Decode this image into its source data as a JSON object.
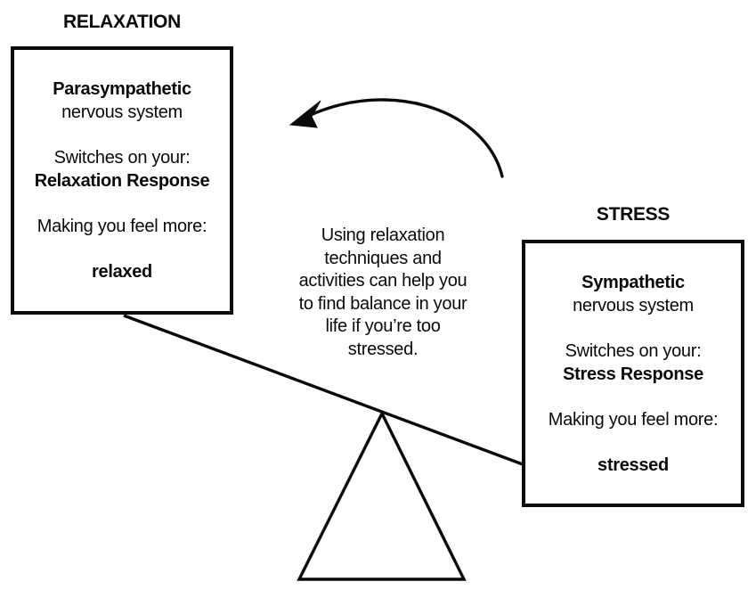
{
  "page": {
    "background_color": "#ffffff",
    "ink_color": "#0a0a0a"
  },
  "relaxation_side": {
    "heading": "RELAXATION",
    "box": {
      "system_name": "Parasympathetic",
      "system_suffix": "nervous system",
      "switch_label": "Switches on your:",
      "response_name": "Relaxation Response",
      "feel_label": "Making you feel more:",
      "feeling": "relaxed"
    }
  },
  "stress_side": {
    "heading": "STRESS",
    "box": {
      "system_name": "Sympathetic",
      "system_suffix": "nervous system",
      "switch_label": "Switches on your:",
      "response_name": "Stress Response",
      "feel_label": "Making you feel more:",
      "feeling": "stressed"
    }
  },
  "center_note": {
    "lines": [
      "Using relaxation",
      "techniques and",
      "activities can help you",
      "to find balance in your",
      "life if you’re too",
      "stressed."
    ]
  },
  "icons": {
    "curved_arrow": "arrow-curving-left-from-stress-to-relaxation",
    "balance": "seesaw-plank-on-triangle-fulcrum"
  }
}
